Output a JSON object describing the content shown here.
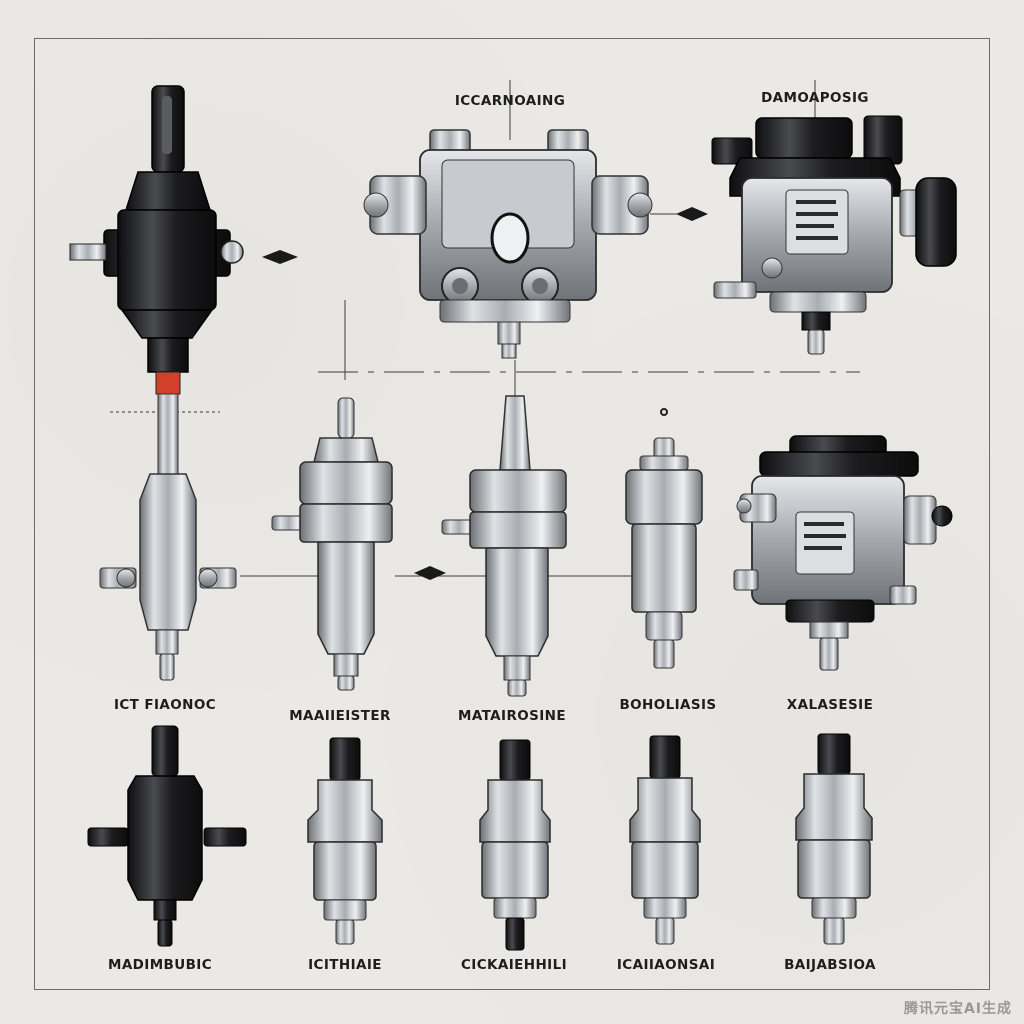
{
  "labels": {
    "top_center": "ICCARNOAING",
    "top_right": "DAMOAPOSIG",
    "row2_1": "ICT FIAONOC",
    "row2_2": "MAAIIEISTER",
    "row2_3": "MATAIROSINE",
    "row2_4": "BOHOLIASIS",
    "row2_5": "XALASESIE",
    "row3_1": "MADIMBUBIC",
    "row3_2": "ICITHIAIE",
    "row3_3": "CICKAIEHHILI",
    "row3_4": "ICAIIAONSAI",
    "row3_5": "BAIJABSIOA"
  },
  "watermark": "腾讯元宝AI生成",
  "colors": {
    "background": "#ebe9e5",
    "frame": "#6d6b68",
    "metal": "#b8bcc0",
    "dark_part": "#1f1f21",
    "accent_red": "#d2402a"
  },
  "icons": [
    "injector-icon",
    "pump-icon",
    "valve-icon",
    "arrow-icon"
  ]
}
